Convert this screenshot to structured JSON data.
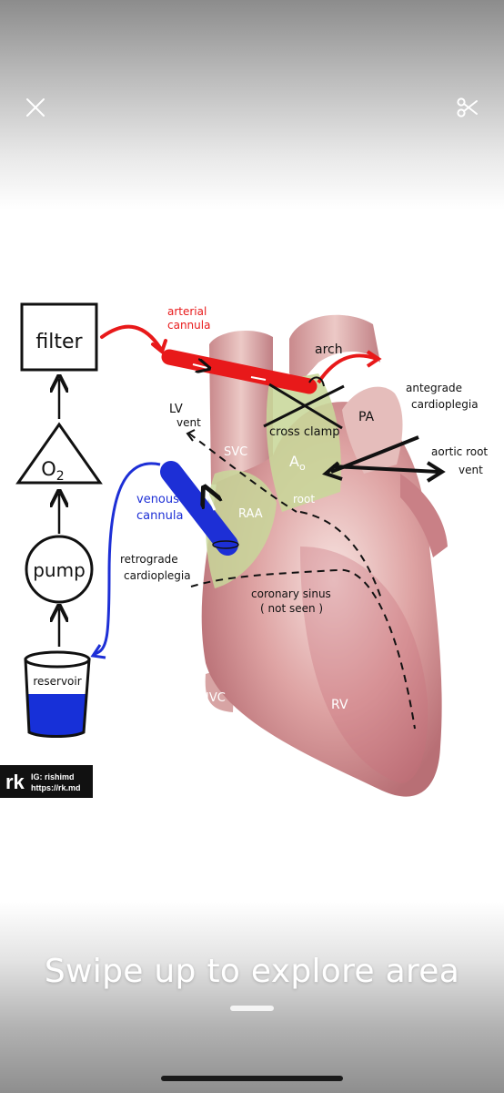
{
  "viewer": {
    "close_icon": "close-icon",
    "cut_icon": "scissors-icon",
    "swipe_hint": "Swipe up to explore area"
  },
  "diagram": {
    "circuit": {
      "filter": "filter",
      "oxygenator_symbol": "O",
      "oxygenator_subscript": "2",
      "pump": "pump",
      "reservoir": "reservoir"
    },
    "labels": {
      "arterial_cannula": [
        "arterial",
        "cannula"
      ],
      "arch": "arch",
      "lv_vent": [
        "LV",
        "vent"
      ],
      "antegrade_cardioplegia": [
        "antegrade",
        "cardioplegia"
      ],
      "pa": "PA",
      "cross_clamp": "cross clamp",
      "svc": "SVC",
      "ao_main": "A",
      "ao_sub": "o",
      "aortic_root_vent": [
        "aortic root",
        "vent"
      ],
      "venous_cannula": [
        "venous",
        "cannula"
      ],
      "raa": "RAA",
      "root": "root",
      "retrograde_cardioplegia": [
        "retrograde",
        "cardioplegia"
      ],
      "coronary_sinus": [
        "coronary sinus",
        "( not seen )"
      ],
      "ivc": "IVC",
      "rv": "RV"
    },
    "watermark": {
      "logo_letters": "rk",
      "line1": "IG: rishimd",
      "line2": "https://rk.md"
    },
    "colors": {
      "arterial": "#e8191a",
      "venous": "#1d2fd6",
      "ink": "#111111",
      "reservoir_fluid": "#1730d8",
      "highlight": "#c8d79a"
    }
  }
}
